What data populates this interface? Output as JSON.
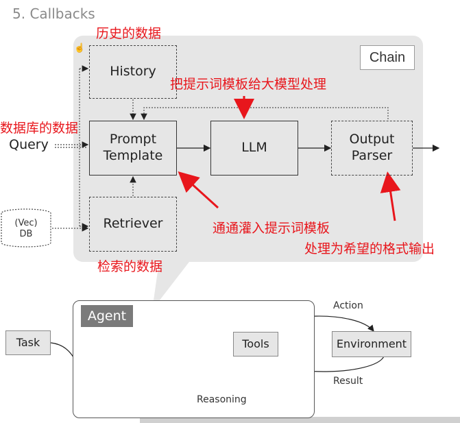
{
  "title": "5. Callbacks",
  "chain": {
    "label": "Chain",
    "history": "History",
    "prompt_template_line1": "Prompt",
    "prompt_template_line2": "Template",
    "llm": "LLM",
    "output_parser_line1": "Output",
    "output_parser_line2": "Parser",
    "retriever": "Retriever",
    "query": "Query",
    "vec_db_line1": "(Vec)",
    "vec_db_line2": "DB"
  },
  "annotations": {
    "history": "历史的数据",
    "llm": "把提示词模板给大模型处理",
    "db": "数据库的数据",
    "prompt": "通通灌入提示词模板",
    "parser": "处理为希望的格式输出",
    "retriever": "检索的数据"
  },
  "agent": {
    "label": "Agent",
    "task": "Task",
    "tools": "Tools",
    "environment": "Environment",
    "action": "Action",
    "result": "Result",
    "reasoning": "Reasoning"
  },
  "colors": {
    "annotation": "#e8161c",
    "panel": "#e6e6e6",
    "box_fill": "#e6e6e6"
  }
}
